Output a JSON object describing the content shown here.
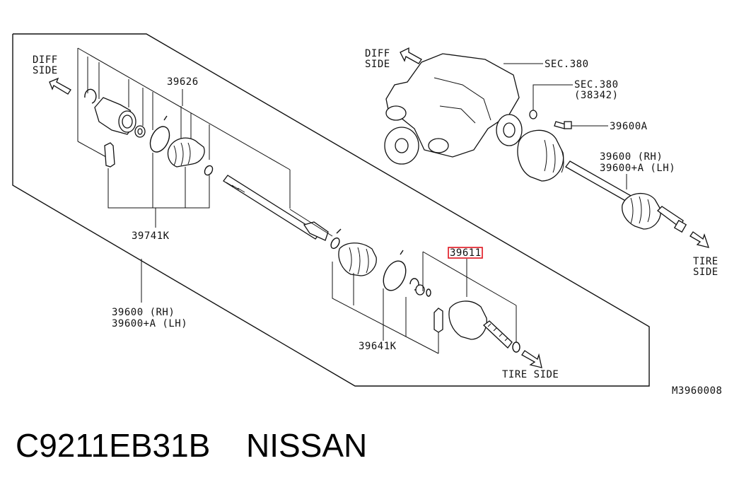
{
  "labels": {
    "diff_side_left": [
      "DIFF",
      "SIDE"
    ],
    "diff_side_right": [
      "DIFF",
      "SIDE"
    ],
    "tire_side_right": [
      "TIRE",
      "SIDE"
    ],
    "tire_side_bottom": "TIRE SIDE",
    "part_39626": "39626",
    "part_39741k": "39741K",
    "part_39600_rh": "39600   (RH)",
    "part_39600a_lh": "39600+A (LH)",
    "part_39600_rh_right": "39600   (RH)",
    "part_39600a_lh_right": "39600+A (LH)",
    "part_39641k": "39641K",
    "part_39611": "39611",
    "sec_380": "SEC.380",
    "sec_380_b": "SEC.380",
    "sec_380_ref": "(38342)",
    "part_39600a": "39600A",
    "diagram_code": "M3960008"
  },
  "caption": {
    "part_number": "C9211EB31B",
    "brand": "NISSAN"
  },
  "colors": {
    "highlight": "#e0141e",
    "ink": "#111111"
  }
}
